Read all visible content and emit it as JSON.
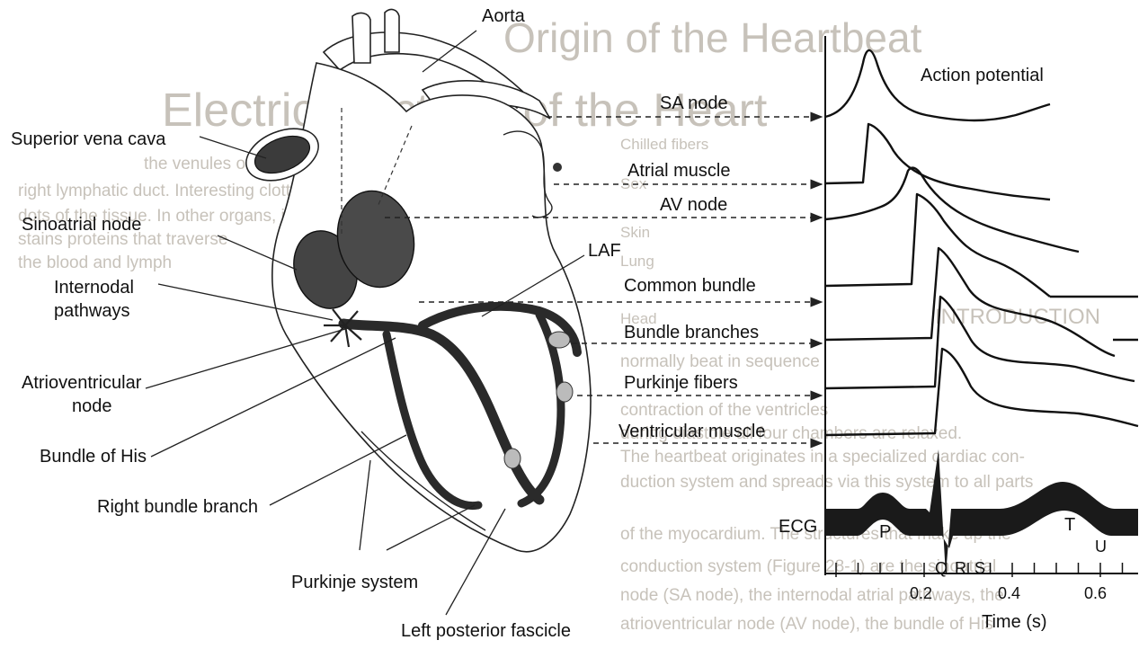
{
  "background_page": {
    "title_lines": [
      "Origin of the Heartbeat",
      "Electrical Activity of the Heart"
    ],
    "section_heading": "INTRODUCTION",
    "column_list": [
      "Chilled fibers",
      "Sex",
      "Skin",
      "Lung",
      "Head"
    ],
    "body_lines": [
      "the venules of the ileum, thoracic duct,",
      "right lymphatic duct. Interesting clotting factors",
      "dots of the tissue. In other organs, in the blood",
      "stains proteins that traverse",
      "the blood and lymph",
      "normally beat in sequence",
      "contraction of the ventricles",
      "during diastole all four chambers are relaxed.",
      "The heartbeat originates in a specialized cardiac con-",
      "duction system and spreads via this system to all parts",
      "of the myocardium. The structures that make up the",
      "conduction system (Figure 28-1) are the sinoatrial",
      "node (SA node), the internodal atrial pathways, the",
      "atrioventricular node (AV node), the bundle of His"
    ]
  },
  "anatomy_labels": {
    "aorta": "Aorta",
    "superior_vena_cava": "Superior vena cava",
    "sinoatrial_node": "Sinoatrial node",
    "laf": "LAF",
    "internodal_pathways": [
      "Internodal",
      "pathways"
    ],
    "atrioventricular_node": [
      "Atrioventricular",
      "node"
    ],
    "bundle_of_his": "Bundle of His",
    "right_bundle_branch": "Right bundle branch",
    "purkinje_system": "Purkinje system",
    "left_posterior_fascicle": "Left posterior fascicle"
  },
  "trace_labels": [
    "SA node",
    "Atrial muscle",
    "AV node",
    "Common bundle",
    "Bundle branches",
    "Purkinje fibers",
    "Ventricular muscle"
  ],
  "action_potential_label": "Action potential",
  "ecg": {
    "label": "ECG",
    "waves": [
      "P",
      "Q",
      "R",
      "S",
      "T",
      "U"
    ]
  },
  "time_axis": {
    "label": "Time (s)",
    "ticks": [
      "0.2",
      "0.4",
      "0.6"
    ]
  },
  "colors": {
    "ink": "#111111",
    "page_text": "#c7c2ba",
    "ecg_fill": "#1a1a1a"
  }
}
